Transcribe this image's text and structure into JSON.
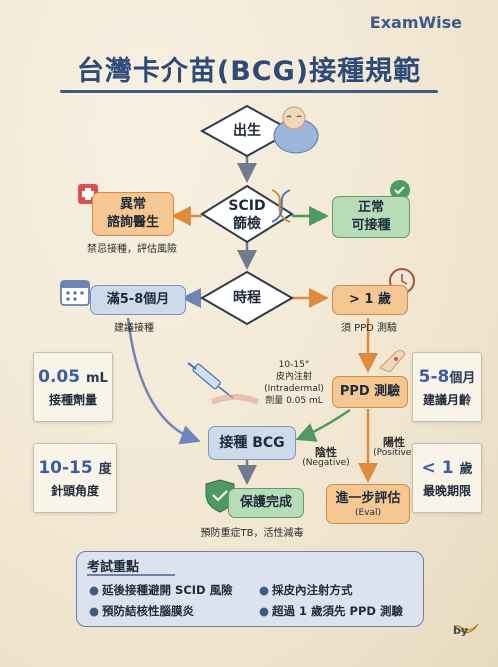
{
  "brand": "ExamWise",
  "title": "台灣卡介苗(BCG)接種規範",
  "nodes": {
    "birth": "出生",
    "scid_1": "SCID",
    "scid_2": "篩檢",
    "abnormal_1": "異常",
    "abnormal_2": "諮詢醫生",
    "abnormal_note": "禁忌接種，評估風險",
    "normal_1": "正常",
    "normal_2": "可接種",
    "timing": "時程",
    "age_5_8": "滿5-8個月",
    "age_5_8_note": "建議接種",
    "over_1": "> 1 歲",
    "over_1_note": "須 PPD 測驗",
    "ppd": "PPD 測驗",
    "bcg": "接種 BCG",
    "done": "保護完成",
    "done_note": "預防重症TB，活性減毒",
    "eval": "進一步評估",
    "eval_en": "(Eval)"
  },
  "edges": {
    "negative": "陰性",
    "negative_en": "(Negative)",
    "positive": "陽性",
    "positive_en": "(Positive)"
  },
  "injection": {
    "angle": "10-15°",
    "route": "皮內注射",
    "route_en": "(Intradermal)",
    "dose": "劑量 0.05 mL"
  },
  "side_cards": [
    {
      "value": "0.05",
      "unit": "mL",
      "label": "接種劑量"
    },
    {
      "value": "10-15",
      "unit": "度",
      "label": "針頭角度"
    },
    {
      "value": "5-8",
      "unit": "個月",
      "label": "建議月齡"
    },
    {
      "value": "< 1",
      "unit": "歲",
      "label": "最晚期限"
    }
  ],
  "exam": {
    "title": "考試重點",
    "items": [
      "延後接種避開 SCID 風險",
      "採皮內注射方式",
      "預防結核性腦膜炎",
      "超過 1 歲須先 PPD 測驗"
    ]
  },
  "footer": "by",
  "colors": {
    "orange": "#f5c792",
    "green": "#b7dcb8",
    "blue": "#cfd9ec",
    "arrow_orange": "#e08a3c",
    "arrow_green": "#4f9a62",
    "arrow_blue": "#6d86b6",
    "arrow_gray": "#6e7c8e"
  }
}
